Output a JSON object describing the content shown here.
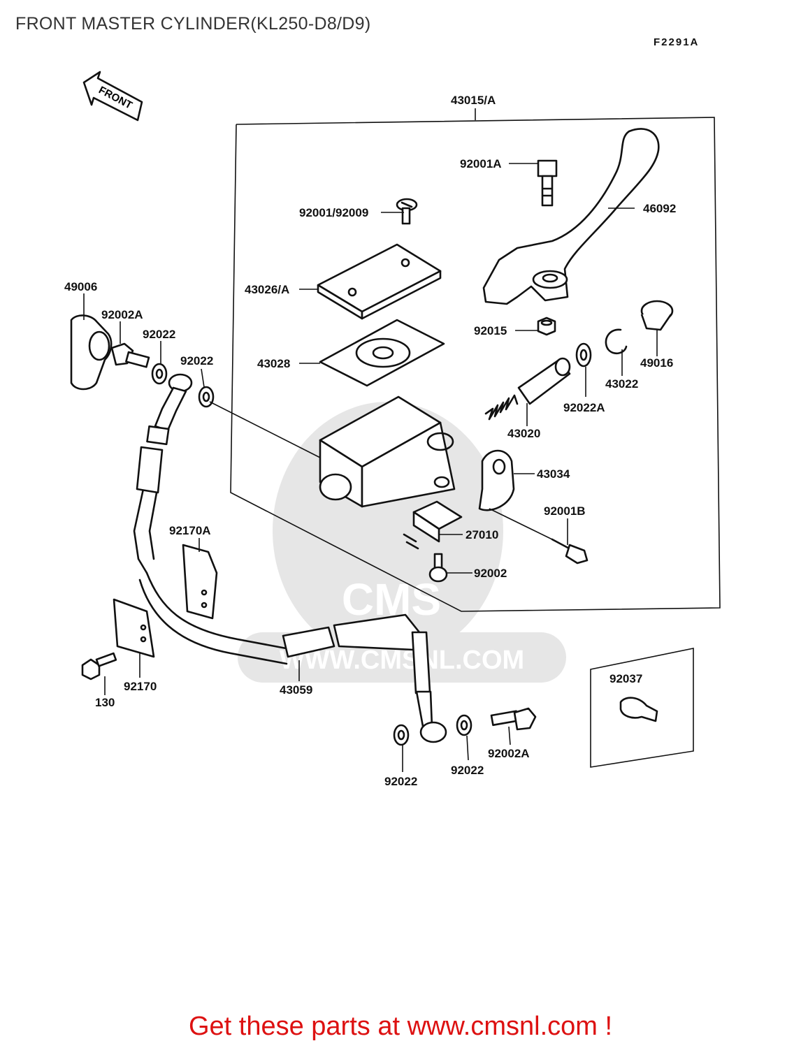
{
  "header": {
    "title": "FRONT MASTER CYLINDER(KL250-D8/D9)",
    "code": "F2291A"
  },
  "front_arrow_label": "FRONT",
  "watermark": {
    "brand": "CMS",
    "url": "WWW.CMSNL.COM"
  },
  "parts": {
    "p43015": "43015/A",
    "p92001a": "92001A",
    "p46092": "46092",
    "p92001_92009": "92001/92009",
    "p43026": "43026/A",
    "p92015": "92015",
    "p43028": "43028",
    "p43022": "43022",
    "p49016": "49016",
    "p92022a": "92022A",
    "p43020": "43020",
    "p43034": "43034",
    "p92001b": "92001B",
    "p27010": "27010",
    "p92002": "92002",
    "p49006": "49006",
    "p92002a_left": "92002A",
    "p92022_a": "92022",
    "p92022_b": "92022",
    "p92170a": "92170A",
    "p92170": "92170",
    "p130": "130",
    "p43059": "43059",
    "p92037": "92037",
    "p92022_c": "92022",
    "p92022_d": "92022",
    "p92002a_bottom": "92002A"
  },
  "footer": {
    "text": "Get these parts at www.cmsnl.com !"
  }
}
